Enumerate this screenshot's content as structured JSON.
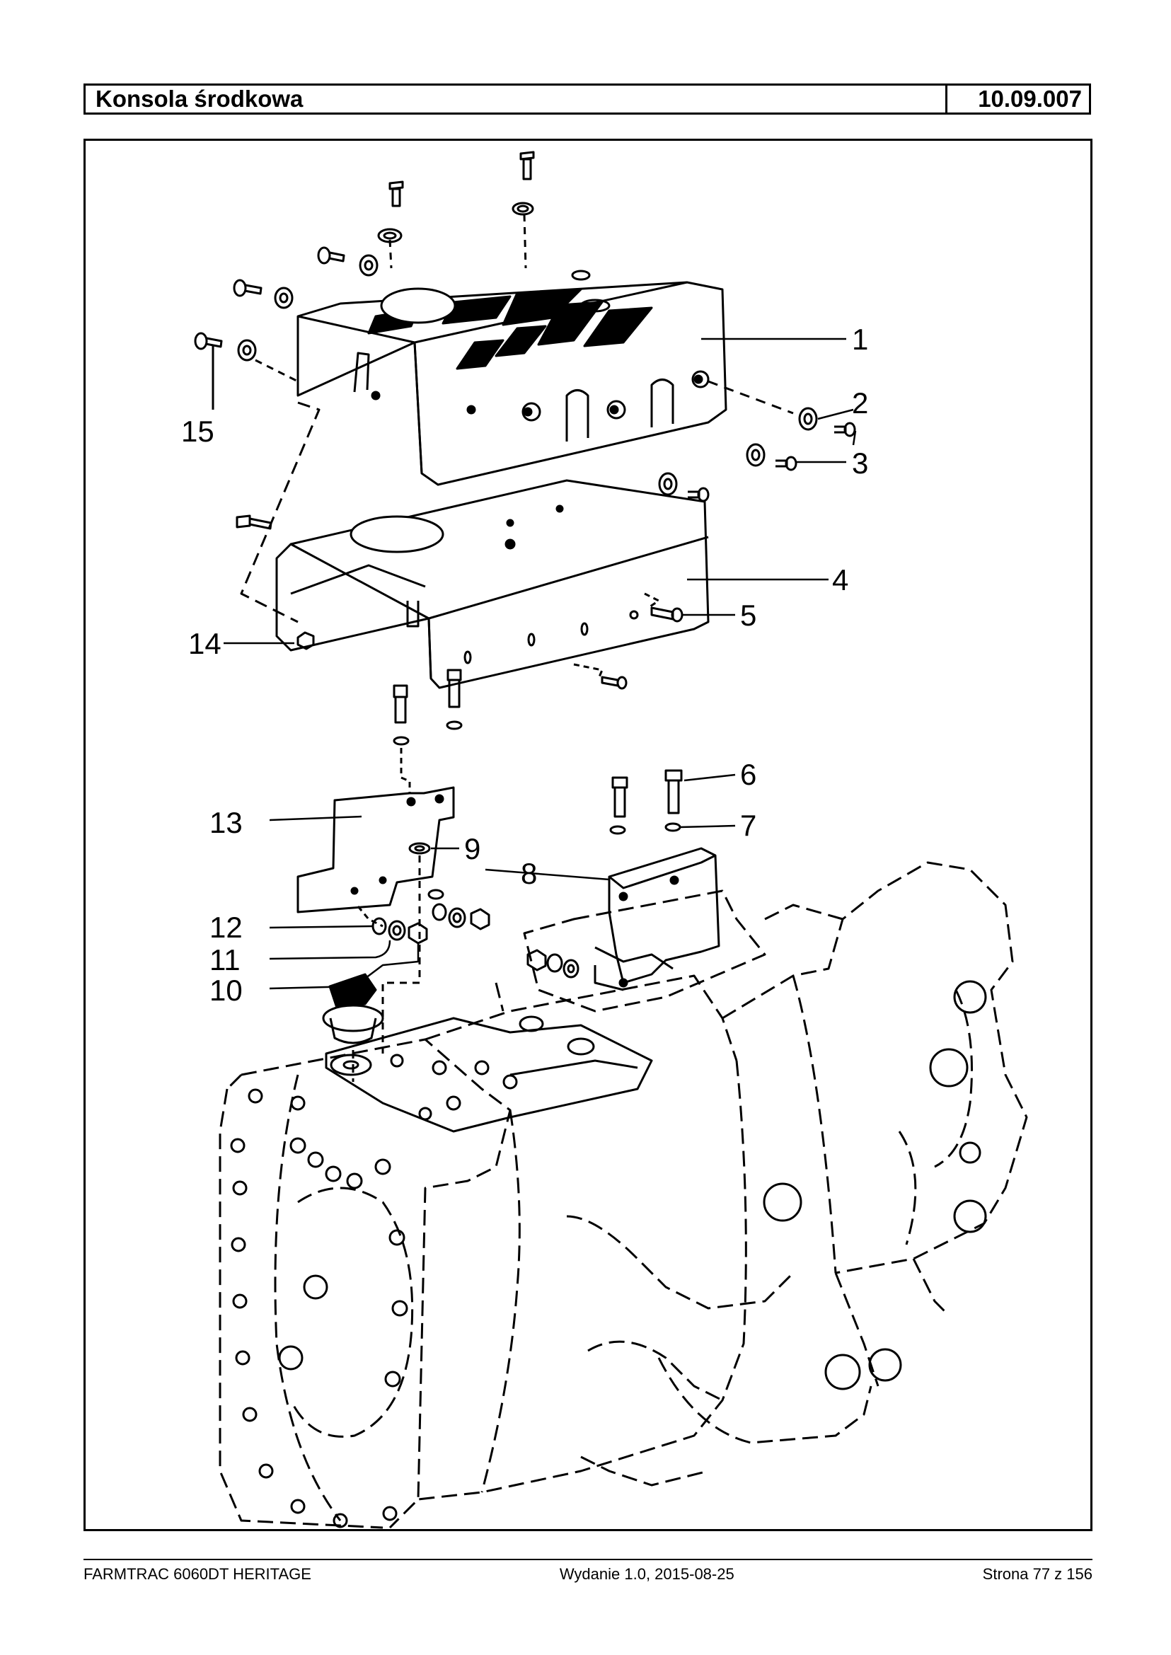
{
  "header": {
    "title": "Konsola środkowa",
    "code": "10.09.007"
  },
  "callouts": [
    "1",
    "2",
    "3",
    "4",
    "5",
    "6",
    "7",
    "8",
    "9",
    "10",
    "11",
    "12",
    "13",
    "14",
    "15"
  ],
  "footer": {
    "model": "FARMTRAC 6060DT HERITAGE",
    "edition": "Wydanie 1.0,  2015-08-25",
    "page": "Strona 77 z 156"
  }
}
